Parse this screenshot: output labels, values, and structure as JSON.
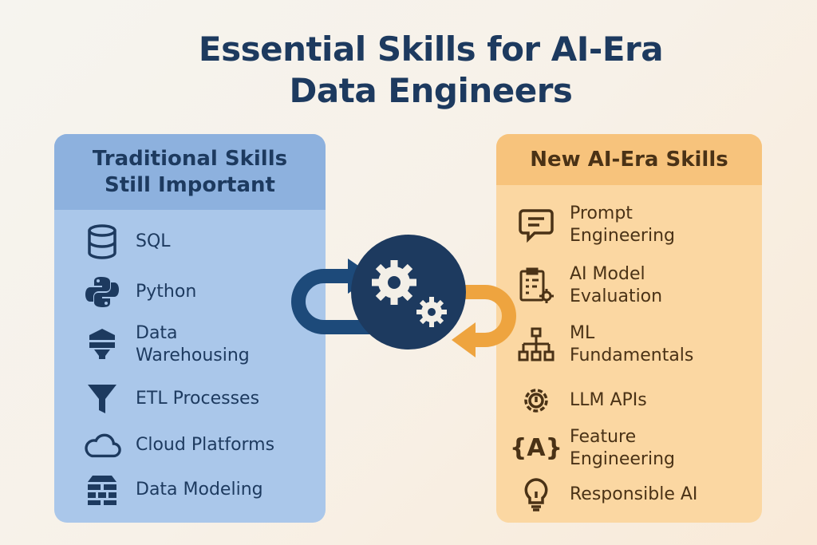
{
  "title_line1": "Essential Skills for AI-Era",
  "title_line2": "Data Engineers",
  "traditional": {
    "header_line1": "Traditional Skills",
    "header_line2": "Still Important",
    "items": [
      {
        "label": "SQL",
        "icon": "database-icon"
      },
      {
        "label": "Python",
        "icon": "python-icon"
      },
      {
        "label": "Data\nWarehousing",
        "icon": "warehouse-icon"
      },
      {
        "label": "ETL Processes",
        "icon": "funnel-icon"
      },
      {
        "label": "Cloud Platforms",
        "icon": "cloud-icon"
      },
      {
        "label": "Data Modeling",
        "icon": "blocks-icon"
      }
    ]
  },
  "new": {
    "header": "New AI-Era Skills",
    "items": [
      {
        "label": "Prompt\nEngineering",
        "icon": "chat-icon"
      },
      {
        "label": "AI Model\nEvaluation",
        "icon": "clipboard-gear-icon"
      },
      {
        "label": "ML\nFundamentals",
        "icon": "hierarchy-icon"
      },
      {
        "label": "LLM APIs",
        "icon": "gear-bulb-icon"
      },
      {
        "label": "Feature\nEngineering",
        "icon": "braces-icon"
      },
      {
        "label": "Responsible AI",
        "icon": "lightbulb-icon"
      }
    ]
  },
  "colors": {
    "navy": "#1d3a5f",
    "orange": "#eea43f",
    "blue_panel": "#aac7ea",
    "orange_panel": "#fbd7a2"
  }
}
